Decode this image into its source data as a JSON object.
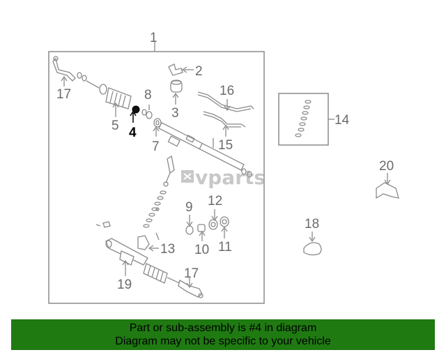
{
  "watermark": "vparts",
  "callouts": [
    {
      "id": "1",
      "text": "1"
    },
    {
      "id": "2",
      "text": "2"
    },
    {
      "id": "3",
      "text": "3"
    },
    {
      "id": "4",
      "text": "4",
      "highlighted": true
    },
    {
      "id": "5",
      "text": "5"
    },
    {
      "id": "7",
      "text": "7"
    },
    {
      "id": "8",
      "text": "8"
    },
    {
      "id": "9",
      "text": "9"
    },
    {
      "id": "10",
      "text": "10"
    },
    {
      "id": "11",
      "text": "11"
    },
    {
      "id": "12",
      "text": "12"
    },
    {
      "id": "13",
      "text": "13"
    },
    {
      "id": "14",
      "text": "14"
    },
    {
      "id": "15",
      "text": "15"
    },
    {
      "id": "16",
      "text": "16"
    },
    {
      "id": "17a",
      "text": "17"
    },
    {
      "id": "17b",
      "text": "17"
    },
    {
      "id": "18",
      "text": "18"
    },
    {
      "id": "19",
      "text": "19"
    },
    {
      "id": "20",
      "text": "20"
    }
  ],
  "banner": {
    "line1": "Part or sub-assembly is #4 in diagram",
    "line2": "Diagram may not be specific to your vehicle",
    "color": "#1f7a12"
  }
}
